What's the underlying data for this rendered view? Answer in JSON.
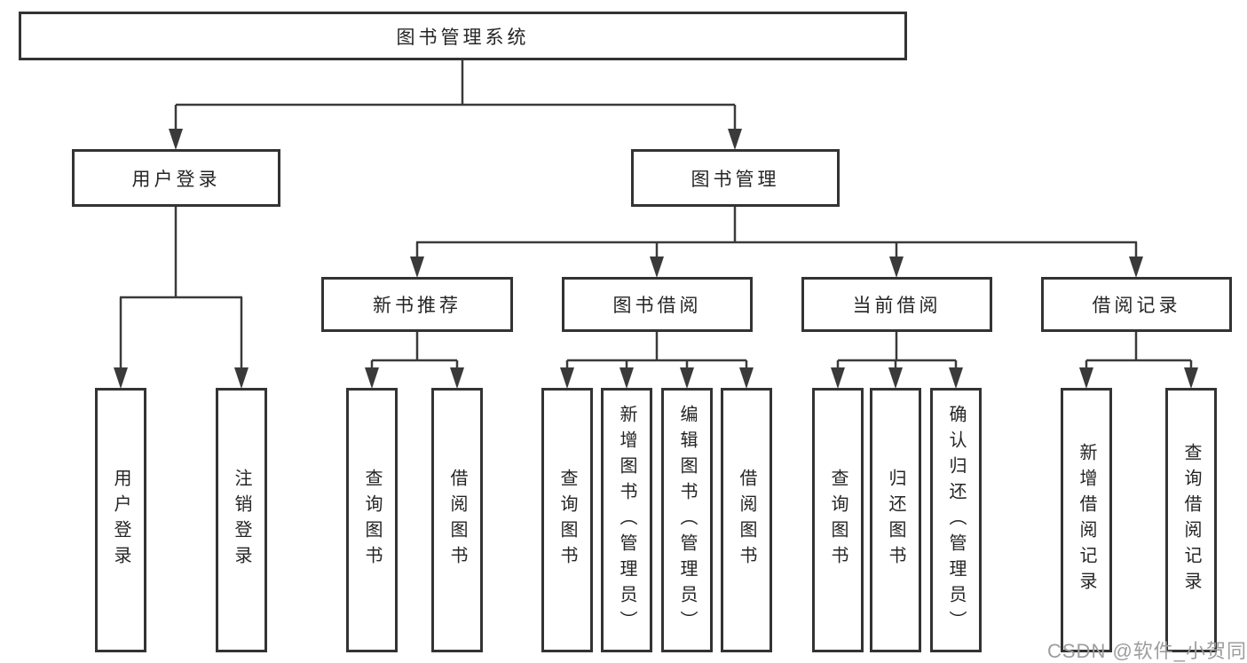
{
  "diagram": {
    "root": {
      "label": "图书管理系统"
    },
    "level2": [
      {
        "label": "用户登录"
      },
      {
        "label": "图书管理"
      }
    ],
    "level3": [
      {
        "label": "新书推荐"
      },
      {
        "label": "图书借阅"
      },
      {
        "label": "当前借阅"
      },
      {
        "label": "借阅记录"
      }
    ],
    "leaves": [
      {
        "label": "用户登录",
        "parent": "用户登录"
      },
      {
        "label": "注销登录",
        "parent": "用户登录"
      },
      {
        "label": "查询图书",
        "parent": "新书推荐"
      },
      {
        "label": "借阅图书",
        "parent": "新书推荐"
      },
      {
        "label": "查询图书",
        "parent": "图书借阅"
      },
      {
        "label": "新增图书（管理员）",
        "parent": "图书借阅"
      },
      {
        "label": "编辑图书（管理员）",
        "parent": "图书借阅"
      },
      {
        "label": "借阅图书",
        "parent": "图书借阅"
      },
      {
        "label": "查询图书",
        "parent": "当前借阅"
      },
      {
        "label": "归还图书",
        "parent": "当前借阅"
      },
      {
        "label": "确认归还（管理员）",
        "parent": "当前借阅"
      },
      {
        "label": "新增借阅记录",
        "parent": "借阅记录"
      },
      {
        "label": "查询借阅记录",
        "parent": "借阅记录"
      }
    ],
    "colors": {
      "line": "#3a3a3a",
      "box_border": "#333333",
      "text": "#252525",
      "background": "#ffffff",
      "watermark": "#9d9d9d"
    },
    "watermark": "CSDN @软件_小贺同学"
  }
}
